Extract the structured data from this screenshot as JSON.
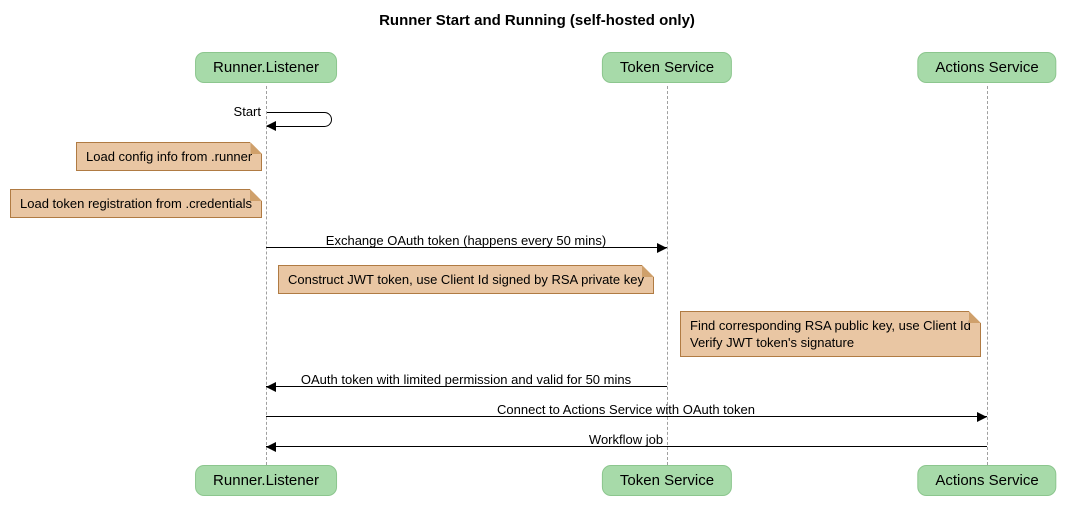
{
  "title": "Runner Start and Running (self-hosted only)",
  "participants": [
    {
      "name": "Runner.Listener"
    },
    {
      "name": "Token Service"
    },
    {
      "name": "Actions Service"
    }
  ],
  "messages": {
    "self_start": "Start",
    "exchange": "Exchange OAuth token (happens every 50 mins)",
    "oauth_return": "OAuth token with limited permission and valid for 50 mins",
    "connect": "Connect to Actions Service with OAuth token",
    "workflow": "Workflow job"
  },
  "notes": [
    {
      "text": "Load config info from .runner"
    },
    {
      "text": "Load token registration from .credentials"
    },
    {
      "text": "Construct JWT token, use Client Id signed by RSA private key"
    },
    {
      "text": "Find corresponding RSA public key, use Client Id\nVerify JWT token's signature"
    }
  ],
  "colors": {
    "participant_fill": "#A7DAA9",
    "participant_border": "#8CC68E",
    "note_fill": "#E9C6A3",
    "note_border": "#B07B43",
    "lifeline": "#A0A0A0",
    "arrow": "#000000",
    "background": "#FFFFFF"
  }
}
